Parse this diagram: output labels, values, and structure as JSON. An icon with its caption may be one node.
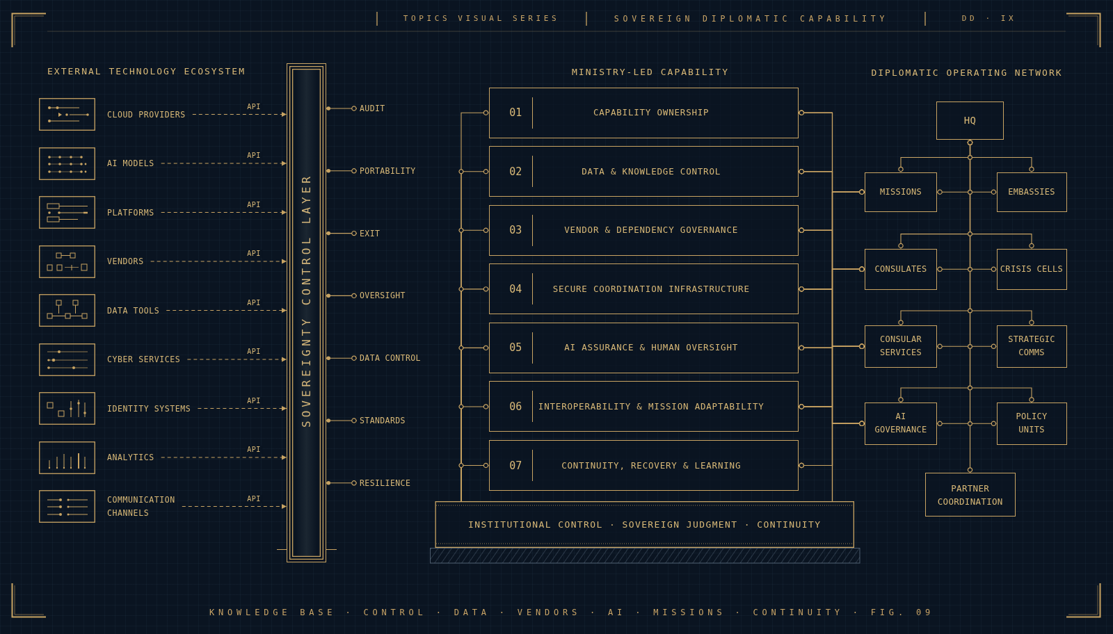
{
  "diagram": {
    "title": "SOVEREIGN DIPLOMATIC CAPABILITY",
    "nodes": [
      {
        "text": [
          "CLOUD PROVIDERS"
        ]
      },
      {
        "text": [
          "AI MODELS"
        ]
      },
      {
        "text": [
          "PLATFORMS"
        ]
      },
      {
        "text": [
          "VENDORS"
        ]
      },
      {
        "text": [
          "DATA TOOLS"
        ]
      },
      {
        "text": [
          "CYBER SERVICES"
        ]
      },
      {
        "text": [
          "IDENTITY SYSTEMS"
        ]
      },
      {
        "text": [
          "ANALYTICS"
        ]
      },
      {
        "text": [
          "COMMUNICATION CHANNELS"
        ]
      },
      {
        "text": [
          "SOVEREIGNTY CONTROL LAYER"
        ]
      },
      {
        "text": [
          "AUDIT"
        ]
      },
      {
        "text": [
          "PORTABILITY"
        ]
      },
      {
        "text": [
          "EXIT"
        ]
      },
      {
        "text": [
          "OVERSIGHT"
        ]
      },
      {
        "text": [
          "DATA CONTROL"
        ]
      },
      {
        "text": [
          "STANDARDS"
        ]
      },
      {
        "text": [
          "RESILIENCE"
        ]
      },
      {
        "text": [
          "01",
          "CAPABILITY OWNERSHIP"
        ]
      },
      {
        "text": [
          "02",
          "DATA & KNOWLEDGE CONTROL"
        ]
      },
      {
        "text": [
          "03",
          "VENDOR & DEPENDENCY GOVERNANCE"
        ]
      },
      {
        "text": [
          "04",
          "SECURE COORDINATION INFRASTRUCTURE"
        ]
      },
      {
        "text": [
          "05",
          "AI ASSURANCE & HUMAN OVERSIGHT"
        ]
      },
      {
        "text": [
          "06",
          "INTEROPERABILITY & MISSION ADAPTABILITY"
        ]
      },
      {
        "text": [
          "07",
          "CONTINUITY, RECOVERY & LEARNING"
        ]
      },
      {
        "text": [
          "INSTITUTIONAL CONTROL · SOVEREIGN JUDGMENT · CONTINUITY"
        ]
      },
      {
        "text": [
          "HQ"
        ]
      },
      {
        "text": [
          "MISSIONS"
        ]
      },
      {
        "text": [
          "EMBASSIES"
        ]
      },
      {
        "text": [
          "CONSULATES"
        ]
      },
      {
        "text": [
          "CRISIS CELLS"
        ]
      },
      {
        "text": [
          "CONSULAR SERVICES"
        ]
      },
      {
        "text": [
          "STRATEGIC COMMS"
        ]
      },
      {
        "text": [
          "AI GOVERNANCE"
        ]
      },
      {
        "text": [
          "POLICY UNITS"
        ]
      },
      {
        "text": [
          "PARTNER COORDINATION"
        ]
      }
    ],
    "edges": [
      {
        "from": 0,
        "to": 9,
        "arrow": "to",
        "label": "API",
        "style": "dashed"
      },
      {
        "from": 1,
        "to": 9,
        "arrow": "to",
        "label": "API",
        "style": "dashed"
      },
      {
        "from": 2,
        "to": 9,
        "arrow": "to",
        "label": "API",
        "style": "dashed"
      },
      {
        "from": 3,
        "to": 9,
        "arrow": "to",
        "label": "API",
        "style": "dashed"
      },
      {
        "from": 4,
        "to": 9,
        "arrow": "to",
        "label": "API",
        "style": "dashed"
      },
      {
        "from": 5,
        "to": 9,
        "arrow": "to",
        "label": "API",
        "style": "dashed"
      },
      {
        "from": 6,
        "to": 9,
        "arrow": "to",
        "label": "API",
        "style": "dashed"
      },
      {
        "from": 7,
        "to": 9,
        "arrow": "to",
        "label": "API",
        "style": "dashed"
      },
      {
        "from": 8,
        "to": 9,
        "arrow": "to",
        "label": "API",
        "style": "dashed"
      },
      {
        "from": 9,
        "to": 10,
        "arrow": "other"
      },
      {
        "from": 9,
        "to": 11,
        "arrow": "other"
      },
      {
        "from": 9,
        "to": 12,
        "arrow": "other"
      },
      {
        "from": 9,
        "to": 13,
        "arrow": "other"
      },
      {
        "from": 9,
        "to": 14,
        "arrow": "other"
      },
      {
        "from": 9,
        "to": 15,
        "arrow": "other"
      },
      {
        "from": 9,
        "to": 16,
        "arrow": "other"
      },
      {
        "from": 24,
        "to": 17,
        "arrow": "other"
      },
      {
        "from": 24,
        "to": 18,
        "arrow": "other"
      },
      {
        "from": 24,
        "to": 19,
        "arrow": "other"
      },
      {
        "from": 24,
        "to": 20,
        "arrow": "other"
      },
      {
        "from": 24,
        "to": 21,
        "arrow": "other"
      },
      {
        "from": 24,
        "to": 22,
        "arrow": "other"
      },
      {
        "from": 24,
        "to": 23,
        "arrow": "other"
      },
      {
        "from": 17,
        "to": 26,
        "arrow": "other"
      },
      {
        "from": 17,
        "to": 28,
        "arrow": "other"
      },
      {
        "from": 17,
        "to": 30,
        "arrow": "other"
      },
      {
        "from": 17,
        "to": 32,
        "arrow": "other"
      },
      {
        "from": 18,
        "to": 26,
        "arrow": "other"
      },
      {
        "from": 18,
        "to": 28,
        "arrow": "other"
      },
      {
        "from": 18,
        "to": 30,
        "arrow": "other"
      },
      {
        "from": 18,
        "to": 32,
        "arrow": "other"
      },
      {
        "from": 19,
        "to": 26,
        "arrow": "other"
      },
      {
        "from": 19,
        "to": 28,
        "arrow": "other"
      },
      {
        "from": 19,
        "to": 30,
        "arrow": "other"
      },
      {
        "from": 19,
        "to": 32,
        "arrow": "other"
      },
      {
        "from": 20,
        "to": 26,
        "arrow": "other"
      },
      {
        "from": 20,
        "to": 28,
        "arrow": "other"
      },
      {
        "from": 20,
        "to": 30,
        "arrow": "other"
      },
      {
        "from": 20,
        "to": 32,
        "arrow": "other"
      },
      {
        "from": 21,
        "to": 26,
        "arrow": "other"
      },
      {
        "from": 21,
        "to": 28,
        "arrow": "other"
      },
      {
        "from": 21,
        "to": 30,
        "arrow": "other"
      },
      {
        "from": 21,
        "to": 32,
        "arrow": "other"
      },
      {
        "from": 22,
        "to": 26,
        "arrow": "other"
      },
      {
        "from": 22,
        "to": 28,
        "arrow": "other"
      },
      {
        "from": 22,
        "to": 30,
        "arrow": "other"
      },
      {
        "from": 22,
        "to": 32,
        "arrow": "other"
      },
      {
        "from": 23,
        "to": 26,
        "arrow": "other"
      },
      {
        "from": 23,
        "to": 28,
        "arrow": "other"
      },
      {
        "from": 23,
        "to": 30,
        "arrow": "other"
      },
      {
        "from": 23,
        "to": 32,
        "arrow": "other"
      },
      {
        "from": 24,
        "to": 26,
        "arrow": "other"
      },
      {
        "from": 24,
        "to": 28,
        "arrow": "other"
      },
      {
        "from": 24,
        "to": 30,
        "arrow": "other"
      },
      {
        "from": 24,
        "to": 32,
        "arrow": "other"
      },
      {
        "from": 25,
        "to": 26,
        "arrow": "other"
      },
      {
        "from": 25,
        "to": 27,
        "arrow": "other"
      },
      {
        "from": 25,
        "to": 28,
        "arrow": "other"
      },
      {
        "from": 25,
        "to": 29,
        "arrow": "other"
      },
      {
        "from": 25,
        "to": 30,
        "arrow": "other"
      },
      {
        "from": 25,
        "to": 31,
        "arrow": "other"
      },
      {
        "from": 25,
        "to": 32,
        "arrow": "other"
      },
      {
        "from": 25,
        "to": 33,
        "arrow": "other"
      },
      {
        "from": 25,
        "to": 34,
        "arrow": "other"
      },
      {
        "from": 26,
        "to": 27,
        "arrow": "other"
      },
      {
        "from": 28,
        "to": 29,
        "arrow": "other"
      },
      {
        "from": 30,
        "to": 31,
        "arrow": "other"
      },
      {
        "from": 32,
        "to": 33,
        "arrow": "other"
      }
    ],
    "labels": [
      "TOPICS VISUAL SERIES",
      "DD · IX",
      "EXTERNAL TECHNOLOGY ECOSYSTEM",
      "MINISTRY-LED CAPABILITY",
      "DIPLOMATIC OPERATING NETWORK",
      "KNOWLEDGE BASE · CONTROL · DATA · VENDORS · AI · MISSIONS · CONTINUITY · FIG. 09"
    ]
  }
}
